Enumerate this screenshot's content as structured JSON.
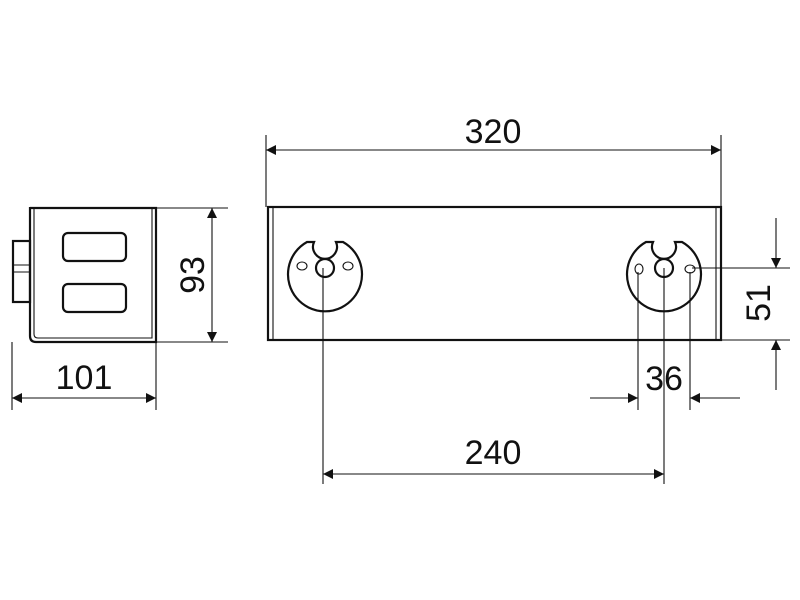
{
  "dimensions": {
    "overall_length": "320",
    "mounting_spacing": "240",
    "side_width": "101",
    "side_height": "93",
    "slot_spacing": "36",
    "slot_height": "51"
  }
}
